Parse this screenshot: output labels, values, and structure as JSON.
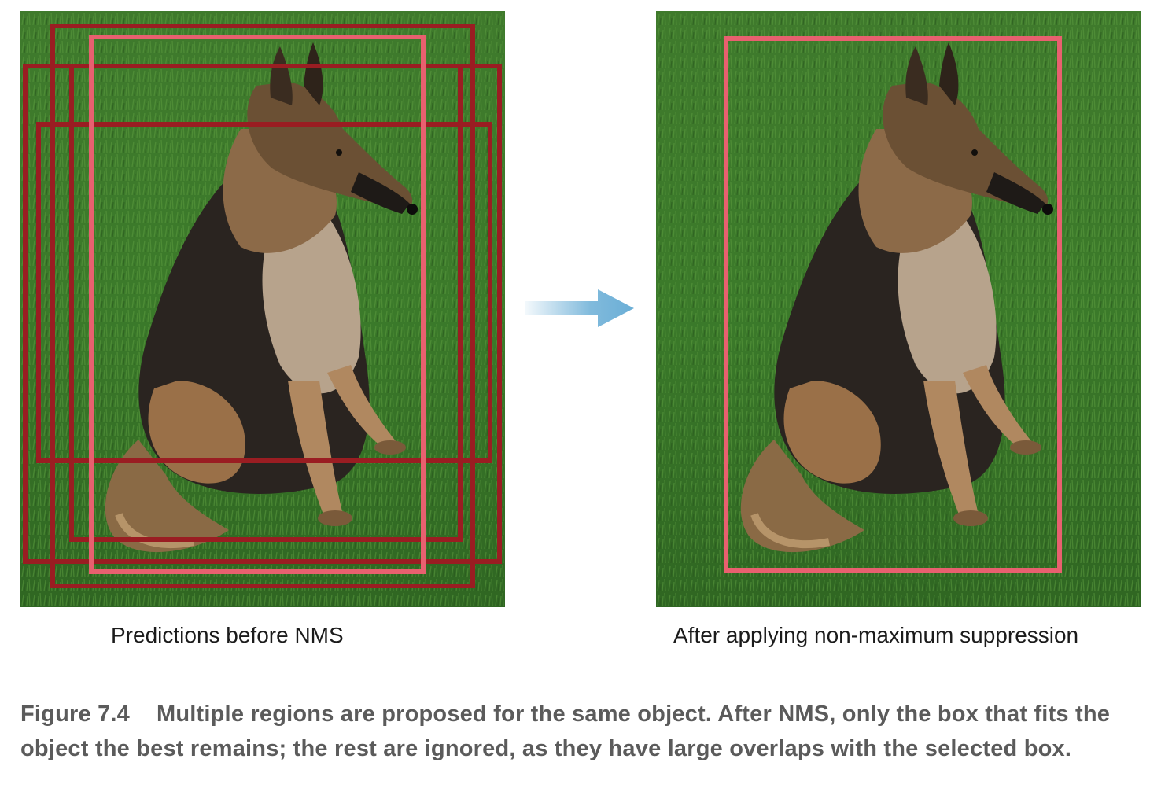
{
  "panels": {
    "left": {
      "label": "Predictions before NMS"
    },
    "right": {
      "label": "After applying non-maximum suppression"
    }
  },
  "caption": {
    "figure_number": "Figure 7.4",
    "text": "Multiple regions are proposed for the same object. After NMS, only the box that fits the object the best remains; the rest are ignored, as they have large overlaps with the selected box."
  },
  "colors": {
    "selected_box": "#e8606f",
    "suppressed_box": "#9a1d22",
    "arrow": "#6aaed6",
    "caption_text": "#5b5b5b"
  },
  "icons": {
    "transition": "right-arrow-icon"
  }
}
